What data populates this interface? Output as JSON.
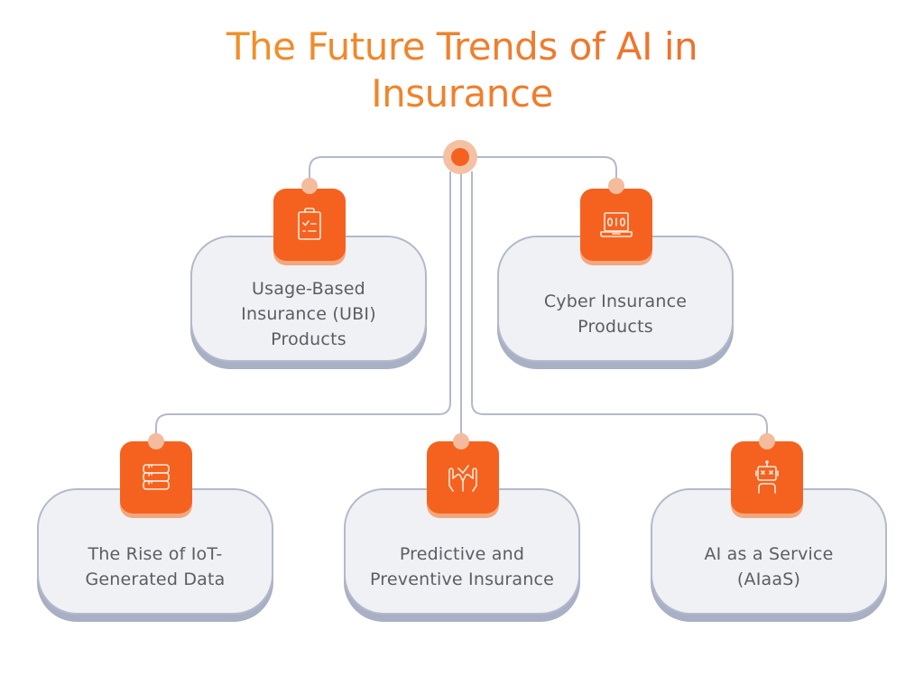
{
  "title": {
    "line1": "The Future Trends of AI in",
    "line2": "Insurance"
  },
  "colors": {
    "title_gradient_start": "#f2a125",
    "title_gradient_end": "#e9642c",
    "icon_tile": "#f5621f",
    "knob": "#f4bb9c",
    "card_bg": "#f0f1f5",
    "card_border": "#b4b9ca",
    "connector": "#b4b9ca",
    "text": "#5c5c63"
  },
  "nodes": [
    {
      "id": "ubi",
      "label": "Usage-Based Insurance (UBI) Products",
      "lines": [
        "Usage-Based",
        "Insurance (UBI)",
        "Products"
      ],
      "icon": "clipboard-checklist-icon"
    },
    {
      "id": "cyber",
      "label": "Cyber Insurance Products",
      "lines": [
        "Cyber Insurance",
        "Products"
      ],
      "icon": "laptop-binary-icon"
    },
    {
      "id": "iot",
      "label": "The Rise of IoT-Generated Data",
      "lines": [
        "The Rise of IoT-",
        "Generated Data"
      ],
      "icon": "server-stack-icon"
    },
    {
      "id": "predictive",
      "label": "Predictive and Preventive Insurance",
      "lines": [
        "Predictive and",
        "Preventive Insurance"
      ],
      "icon": "hands-check-icon"
    },
    {
      "id": "aiaas",
      "label": "AI as a Service (AIaaS)",
      "lines": [
        "AI as a Service",
        "(AIaaS)"
      ],
      "icon": "robot-icon"
    }
  ]
}
